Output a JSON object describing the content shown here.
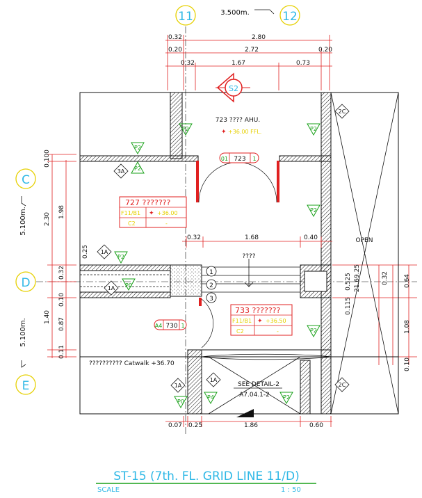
{
  "drawing_title": "ST-15 (7th. FL. GRID LINE 11/D)",
  "scale_label": "SCALE",
  "scale_value": "1 : 50",
  "grids": {
    "g11": "11",
    "g12": "12",
    "gC": "C",
    "gD": "D",
    "gE": "E",
    "spacing_top": "3.500m.",
    "spacing_left_upper": "5.100m.",
    "spacing_left_lower": "5.100m."
  },
  "dims_top": {
    "row1_left": "0.32",
    "row1_total": "2.80",
    "row2_left": "0.20",
    "row2_mid": "2.72",
    "row2_right": "0.20",
    "row3_left": "0.32",
    "row3_mid": "1.67",
    "row3_right": "0.73"
  },
  "dims_left": {
    "a": "0.100",
    "b": "2.30",
    "c": "1.98",
    "d": "0.25",
    "e": "0.32",
    "f": "0.10",
    "g": "1.40",
    "h": "0.87",
    "i": "0.11"
  },
  "dims_right": {
    "a": "0.525",
    "b": "0.32",
    "c": "0.64",
    "d": "0.115",
    "e": "1.08",
    "f": "0.10",
    "g": "21.69.25"
  },
  "dims_mid": {
    "left": "0.32",
    "mid": "1.68",
    "right": "0.40"
  },
  "dims_bottom": {
    "a": "0.07",
    "b": "0.25",
    "c": "1.86",
    "d": "0.60"
  },
  "section_mark": "S2",
  "room_ahu": {
    "name": "723 ???? AHU.",
    "level": "+36.00 FFL."
  },
  "door_tag": {
    "left": "01",
    "num": "723",
    "right": "1"
  },
  "room_727": {
    "name": "727 ???????",
    "finish": "F11/B1",
    "level": "+36.00",
    "c": "C2",
    "d": "-"
  },
  "room_733": {
    "name": "733 ???????",
    "finish": "F11/B1",
    "level": "+36.50",
    "c": "C2",
    "d": "-"
  },
  "tag_730": {
    "left": "A4",
    "num": "730",
    "right": "1"
  },
  "stair_label": "????",
  "stair_steps": [
    "1",
    "2",
    "3"
  ],
  "open_label": "OPEN",
  "catwalk_label": "?????????? Catwalk +36.70",
  "detail_ref": "SEE DETAIL-2",
  "detail_sheet": "A7.04.1-2",
  "tags": {
    "p2": "P2",
    "p0": "P0",
    "p4": "P4",
    "t1a": "1A",
    "t2c": "2C",
    "t3a": "3A"
  },
  "colors": {
    "line": "#111111",
    "red": "#e02020",
    "green": "#18a018",
    "cyan": "#2fb8e6",
    "yellow": "#e6d000"
  }
}
